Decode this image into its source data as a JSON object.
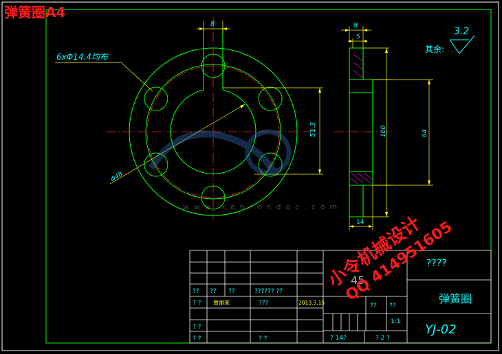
{
  "sheet_title": "弹簧圈A4",
  "annotations": {
    "holes_note": "6xΦ14.4均布",
    "dim_8_top": "8",
    "dim_513": "51.3",
    "dim_d48": "Φ48",
    "dim_8_side": "8",
    "dim_5": "5",
    "dim_100": "100",
    "dim_64": "64",
    "dim_14": "14",
    "roughness_label": "其余:",
    "roughness_value": "3.2"
  },
  "watermark": {
    "site_text": "www.renrendoc.com"
  },
  "overlay": {
    "line1": "小令机械设计",
    "line2": "QQ 414951605"
  },
  "title_block": {
    "top_right": "????",
    "material": "45",
    "part_name": "弹簧圈",
    "drawing_no": "YJ-02",
    "scale": "1:1",
    "row_a": [
      "??",
      "??",
      "??",
      "?????? ??"
    ],
    "row_b": [
      "? ?",
      "黄丽来",
      "???",
      "2013.3.15"
    ],
    "row_c": [
      "? ?"
    ],
    "row_d": [
      "? ?",
      "? ?"
    ],
    "qty_cells": [
      "??",
      "??"
    ],
    "sheets": [
      "? 14?",
      "? 2 ?"
    ]
  },
  "colors": {
    "outline": "#00ff00",
    "center": "#ff2020",
    "dim": "#ffff00",
    "text": "#00ffff",
    "hatch": "#ff00ff",
    "white": "#ffffff"
  }
}
